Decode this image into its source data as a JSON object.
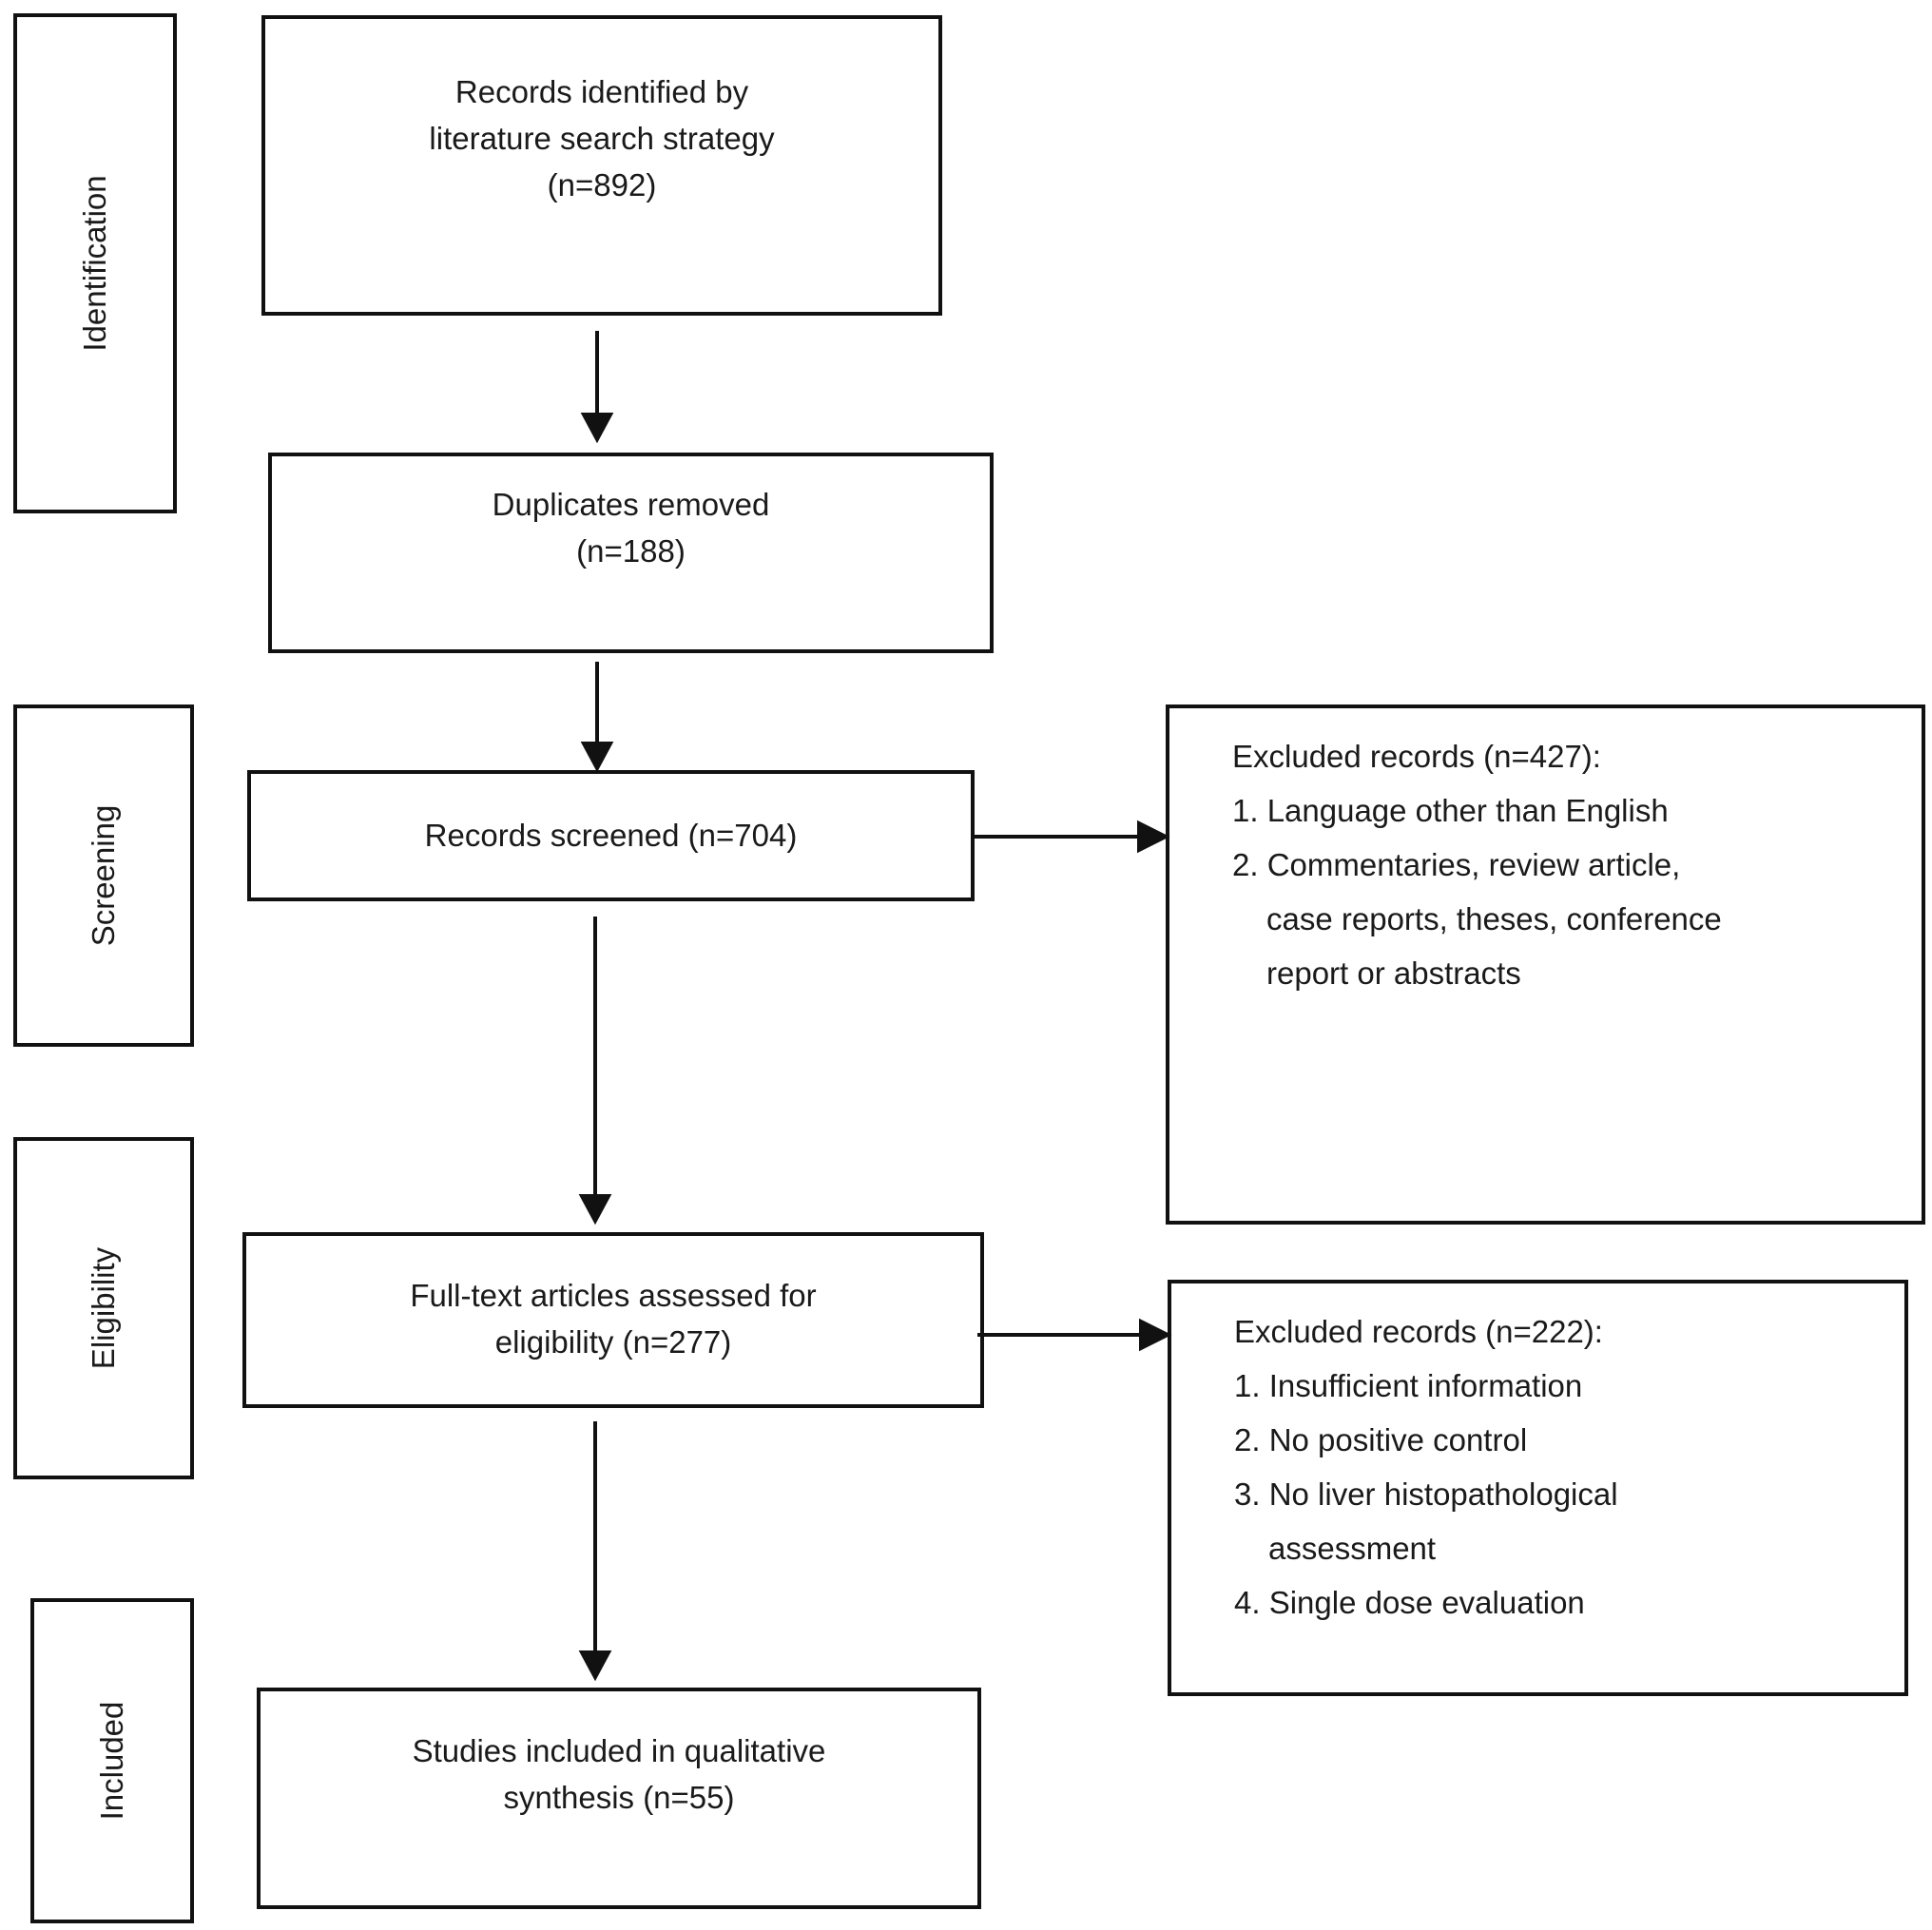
{
  "stages": {
    "identification": "Identification",
    "screening": "Screening",
    "eligibility": "Eligibility",
    "included": "Included"
  },
  "boxes": {
    "identified": {
      "line1": "Records identified by",
      "line2": "literature search strategy",
      "line3": "(n=892)"
    },
    "duplicates": {
      "line1": "Duplicates removed",
      "line2": "(n=188)"
    },
    "screened": {
      "line1": "Records screened (n=704)"
    },
    "fulltext": {
      "line1": "Full-text articles assessed for",
      "line2": "eligibility (n=277)"
    },
    "included": {
      "line1": "Studies included in qualitative",
      "line2": "synthesis (n=55)"
    }
  },
  "excluded_screening": {
    "header": "Excluded records (n=427):",
    "items": [
      "1. Language other than English",
      "2. Commentaries, review article, case reports, theses, conference report or abstracts"
    ]
  },
  "excluded_eligibility": {
    "header": "Excluded records (n=222):",
    "items": [
      "1. Insufficient information",
      "2. No positive control",
      "3. No liver histopathological assessment",
      "4. Single dose evaluation"
    ]
  }
}
